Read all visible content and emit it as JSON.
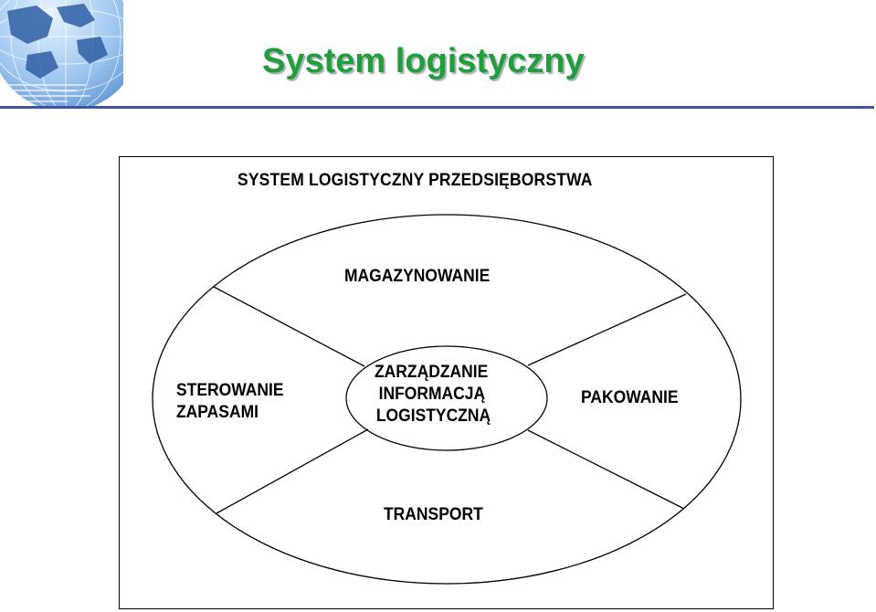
{
  "slide": {
    "title": "System logistyczny",
    "title_color": "#1f9e3a",
    "rule_color": "#3b55a8"
  },
  "diagram": {
    "header": "SYSTEM LOGISTYCZNY PRZEDSIĘBORSTWA",
    "segments": {
      "top": "MAGAZYNOWANIE",
      "left_line1": "STEROWANIE",
      "left_line2": "ZAPASAMI",
      "right": "PAKOWANIE",
      "bottom": "TRANSPORT"
    },
    "center": {
      "line1": "ZARZĄDZANIE",
      "line2": "INFORMACJĄ",
      "line3": "LOGISTYCZNĄ"
    }
  },
  "icons": {
    "logo": "globe-icon"
  }
}
